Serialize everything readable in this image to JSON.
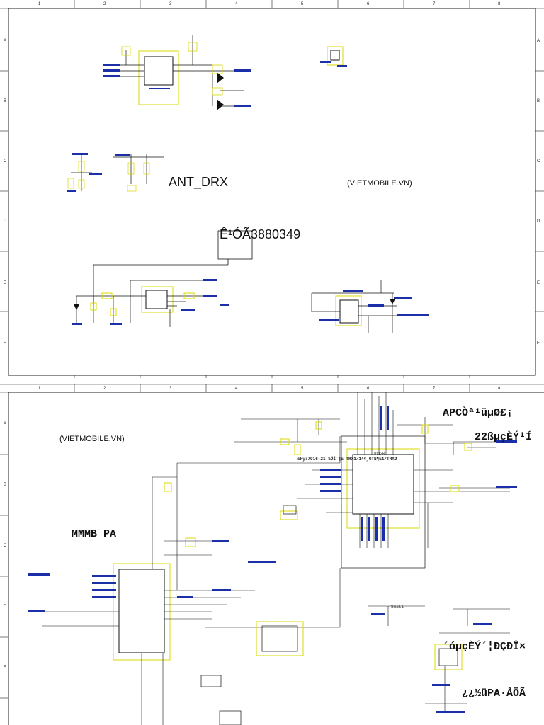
{
  "grid": {
    "columns": [
      "1",
      "2",
      "3",
      "4",
      "5",
      "6",
      "7",
      "8"
    ],
    "rows_top": [
      "A",
      "B",
      "C",
      "D",
      "E",
      "F"
    ],
    "rows_bottom": [
      "A",
      "B",
      "C",
      "D",
      "E"
    ]
  },
  "sheet_top": {
    "label_ant": "ANT_DRX",
    "label_web": "(VIETMOBILE.VN)",
    "label_part": "Ê¹ÓÃ3880349"
  },
  "sheet_bottom": {
    "label_web": "(VIETMOBILE.VN)",
    "label_pa": "MMMB PA",
    "label_apc": "APCÒª¹üµØ£¡",
    "label_22": "22ßµçÈÝ¹Í",
    "label_sky": "sky77916-21 ½ÓÍ¨¶Ë TRX1/14¢¸GTN¶Ë1/TRX9",
    "label_chip": "9113B",
    "label_small": "Small",
    "label_e_row": "´óµçÈÝ´¦ÐÇÐÎ×",
    "label_pa2": "¿¿½üPA·ÅÖÃ"
  },
  "colors": {
    "wire": "#111111",
    "component_outline": "#d8d800",
    "net_label": "#1a2fa8",
    "frame": "#222222"
  }
}
